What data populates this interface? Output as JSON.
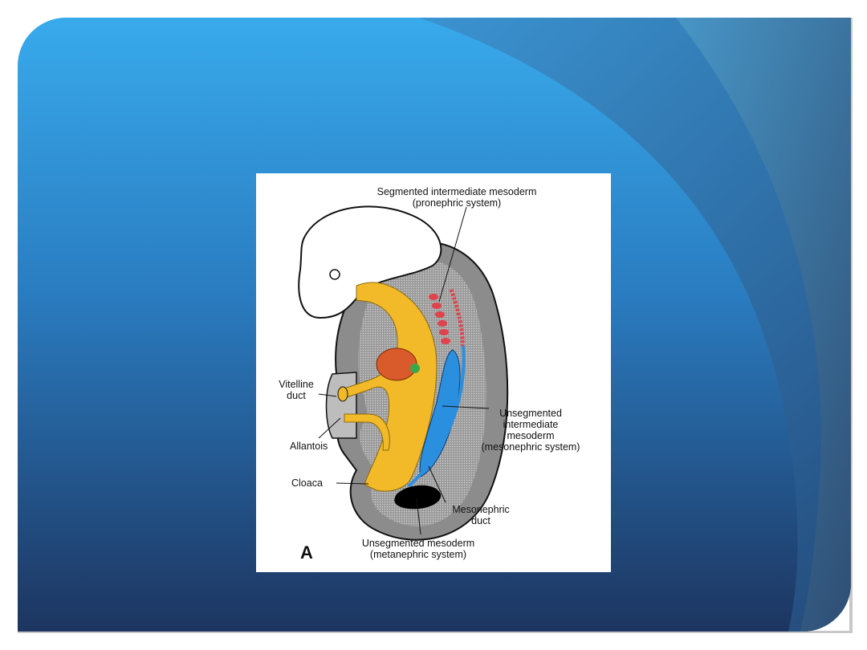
{
  "slide": {
    "colors": {
      "top": "#36a6e8",
      "bottom": "#1e3a66",
      "accent_band": "#2c7fbf"
    }
  },
  "figure": {
    "panel_letter": "A",
    "labels": {
      "segmented_line1": "Segmented intermediate mesoderm",
      "segmented_line2": "(pronephric system)",
      "vitelline_line1": "Vitelline",
      "vitelline_line2": "duct",
      "allantois": "Allantois",
      "cloaca": "Cloaca",
      "unseg_line1": "Unsegmented",
      "unseg_line2": "intermediate",
      "unseg_line3": "mesoderm",
      "unseg_line4": "(mesonephric system)",
      "mesonephric_line1": "Mesonephric",
      "mesonephric_line2": "duct",
      "metanephric_line1": "Unsegmented mesoderm",
      "metanephric_line2": "(metanephric system)"
    },
    "colors": {
      "gut": "#f2b928",
      "mesonephric": "#2b8fe0",
      "pronephric": "#e0434b",
      "liver": "#d95a2a",
      "metanephric": "#000000",
      "green_bud": "#3aa84a"
    }
  }
}
